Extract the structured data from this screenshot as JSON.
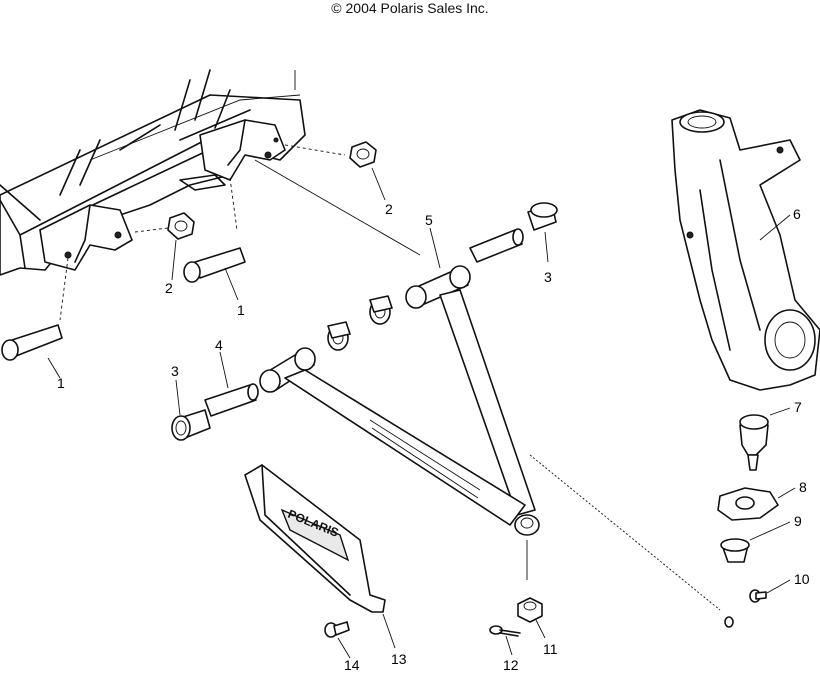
{
  "header": {
    "copyright": "© 2004 Polaris Sales Inc."
  },
  "shield_logo_text": "POLARIS",
  "callouts": [
    {
      "id": "callout-1-left",
      "label": "1"
    },
    {
      "id": "callout-1-mid",
      "label": "1"
    },
    {
      "id": "callout-2-top",
      "label": "2"
    },
    {
      "id": "callout-2-left",
      "label": "2"
    },
    {
      "id": "callout-3-right",
      "label": "3"
    },
    {
      "id": "callout-3-left",
      "label": "3"
    },
    {
      "id": "callout-4",
      "label": "4"
    },
    {
      "id": "callout-5",
      "label": "5"
    },
    {
      "id": "callout-6",
      "label": "6"
    },
    {
      "id": "callout-7",
      "label": "7"
    },
    {
      "id": "callout-8",
      "label": "8"
    },
    {
      "id": "callout-9",
      "label": "9"
    },
    {
      "id": "callout-10",
      "label": "10"
    },
    {
      "id": "callout-11",
      "label": "11"
    },
    {
      "id": "callout-12",
      "label": "12"
    },
    {
      "id": "callout-13",
      "label": "13"
    },
    {
      "id": "callout-14",
      "label": "14"
    }
  ]
}
